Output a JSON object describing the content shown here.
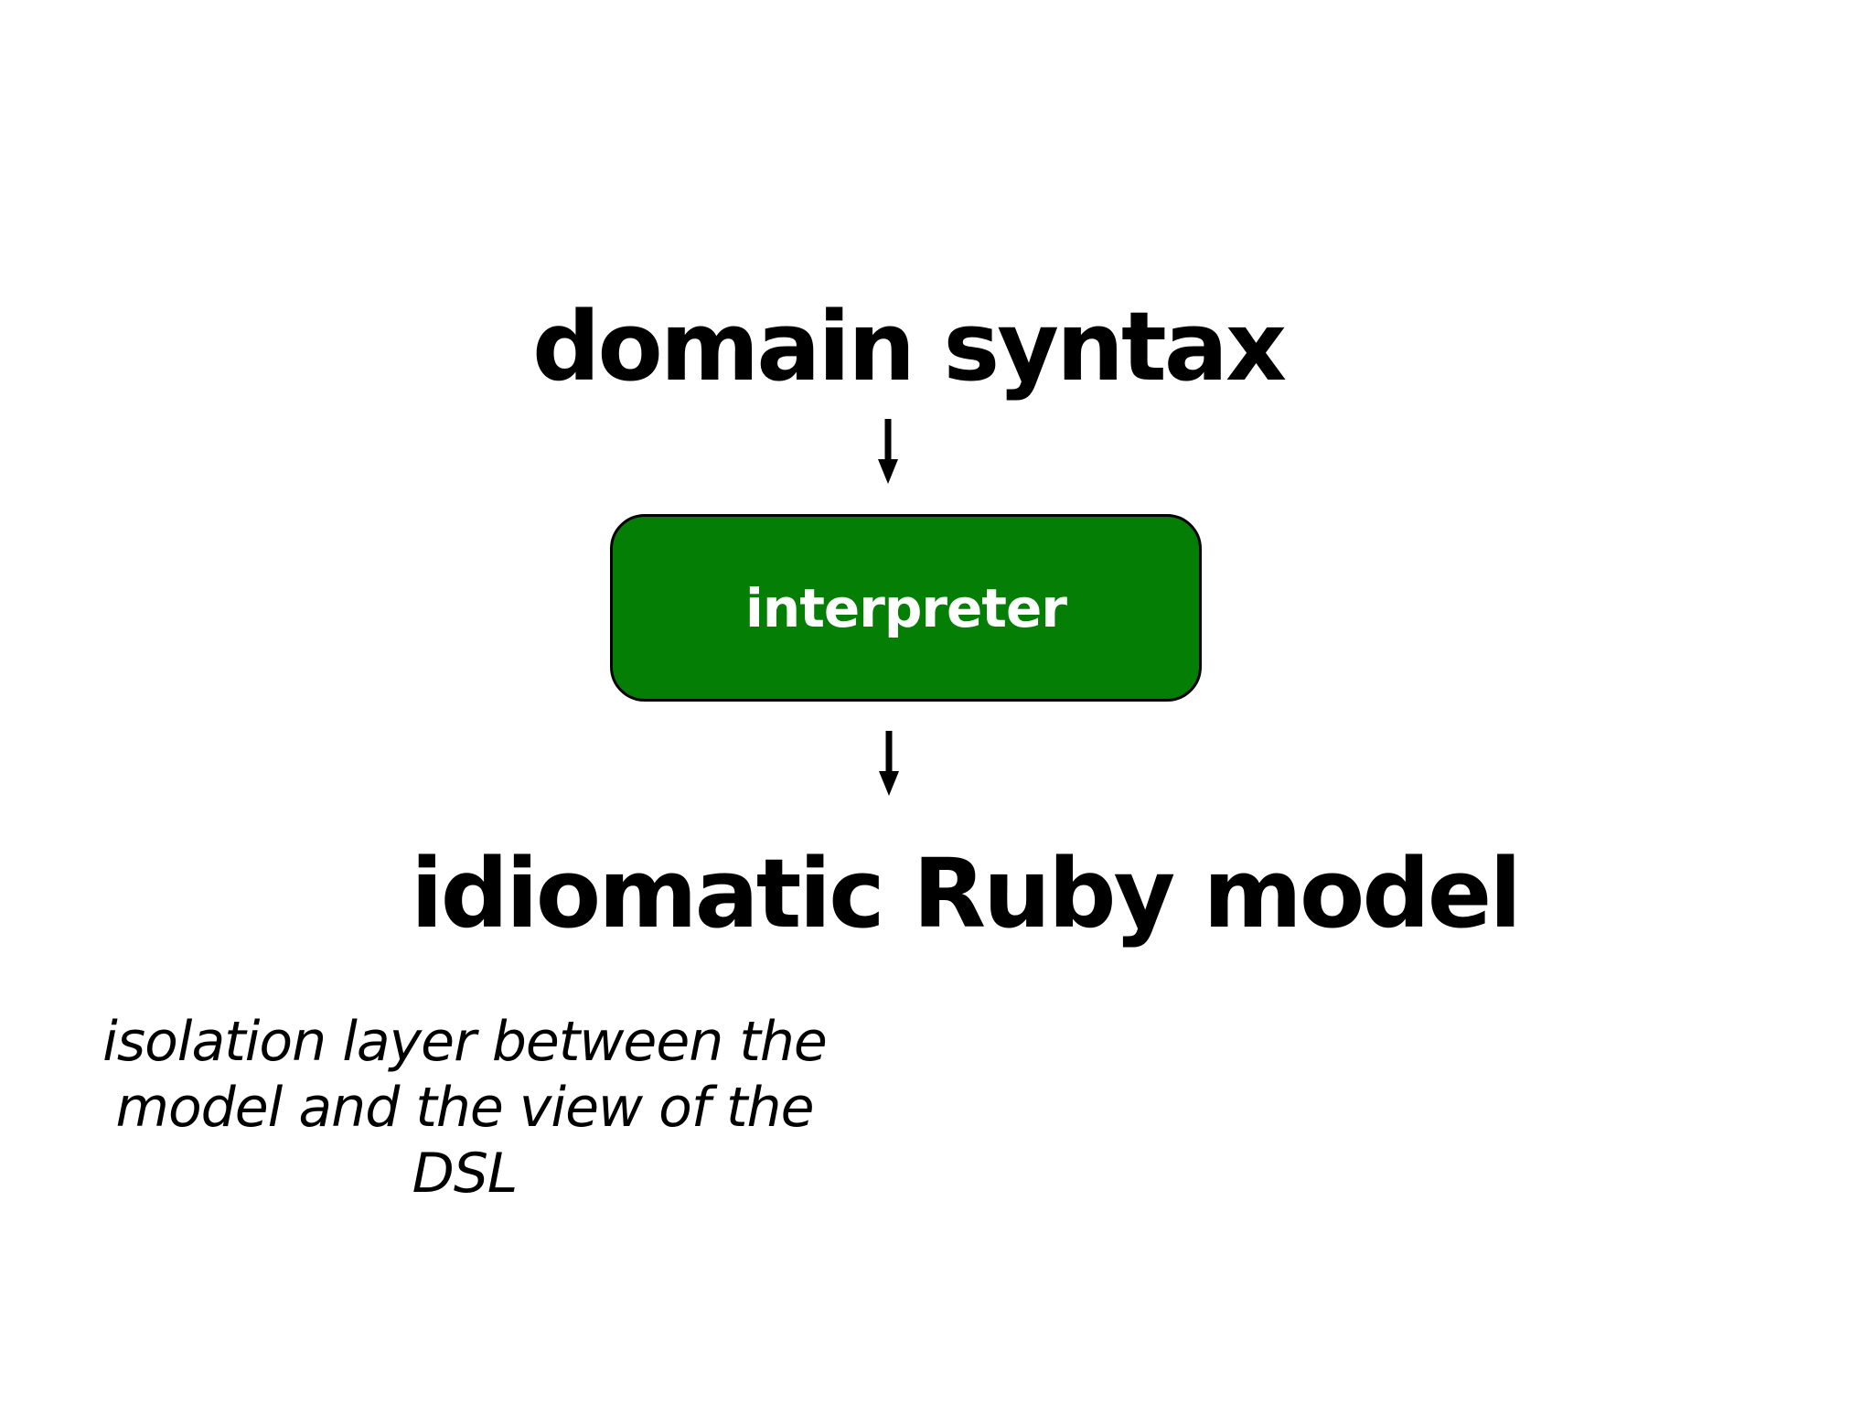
{
  "slide": {
    "title_top": "domain syntax",
    "interpreter_label": "interpreter",
    "title_bottom": "idiomatic Ruby model",
    "caption_line1": "isolation layer between the",
    "caption_line2": "model and the view of the DSL",
    "colors": {
      "background": "#ffffff",
      "box_fill": "#057e05",
      "box_border": "#000000",
      "box_text": "#ffffff",
      "heading_text": "#000000",
      "arrow": "#000000"
    }
  },
  "diagram": {
    "type": "flow",
    "direction": "top-to-bottom",
    "nodes": [
      {
        "id": "domain-syntax",
        "label": "domain syntax",
        "style": "plain-heading"
      },
      {
        "id": "interpreter",
        "label": "interpreter",
        "style": "green-rounded-box"
      },
      {
        "id": "idiomatic-ruby-model",
        "label": "idiomatic Ruby model",
        "style": "plain-heading"
      }
    ],
    "edges": [
      {
        "from": "domain-syntax",
        "to": "interpreter",
        "style": "down-arrow"
      },
      {
        "from": "interpreter",
        "to": "idiomatic-ruby-model",
        "style": "down-arrow"
      }
    ],
    "annotation": "isolation layer between the model and the view of the DSL"
  }
}
